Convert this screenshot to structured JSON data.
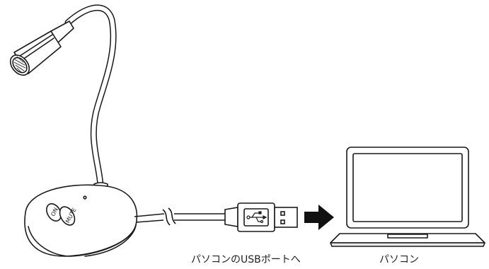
{
  "labels": {
    "usb_port": "パソコンのUSBポートへ",
    "pc": "パソコン"
  },
  "mic_buttons": {
    "on": "ON",
    "mute": "MUTE"
  },
  "icons": [
    "usb-symbol-icon",
    "arrow-right-icon"
  ],
  "colors": {
    "line": "#1a1a1a",
    "fill": "#ffffff",
    "arrow": "#111111",
    "shade": "#e8e8e8"
  }
}
